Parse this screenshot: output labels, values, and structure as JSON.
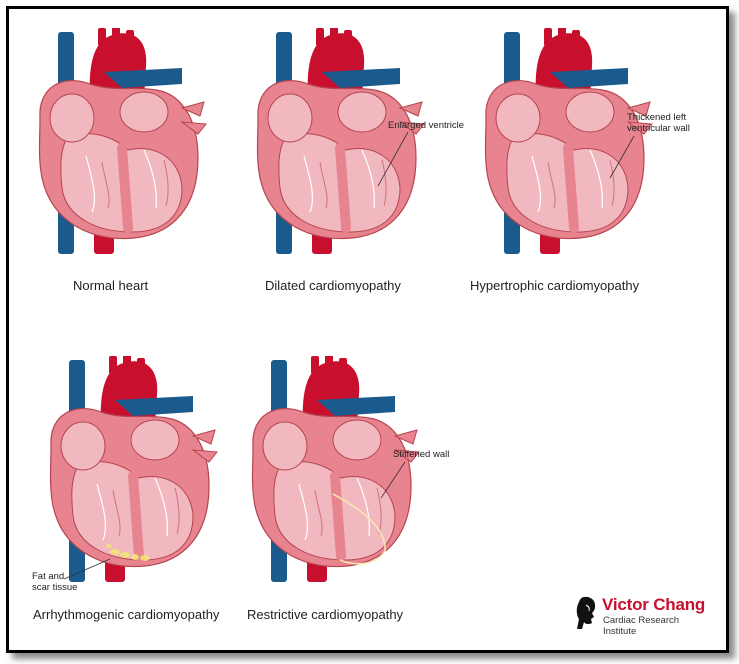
{
  "panels": [
    {
      "caption": "Normal heart",
      "annotation": "",
      "variant": "normal"
    },
    {
      "caption": "Dilated cardiomyopathy",
      "annotation": "Enlarged ventricle",
      "variant": "dilated"
    },
    {
      "caption": "Hypertrophic cardiomyopathy",
      "annotation": "Thickened left ventricular wall",
      "variant": "hypertrophic"
    },
    {
      "caption": "Arrhythmogenic cardiomyopathy",
      "annotation": "Fat and scar tissue",
      "variant": "arrhythmogenic"
    },
    {
      "caption": "Restrictive cardiomyopathy",
      "annotation": "Stiffened wall",
      "variant": "restrictive"
    }
  ],
  "annotations": {
    "thickened_line1": "Thickened left",
    "thickened_line2": "ventricular wall",
    "fat_line1": "Fat and",
    "fat_line2": "scar tissue"
  },
  "logo": {
    "name": "Victor Chang",
    "subtitle": "Cardiac Research Institute"
  },
  "colors": {
    "vein_blue": "#1a5a8c",
    "aorta_red": "#c8102e",
    "heart_pink": "#e8848f",
    "chamber_light": "#f2b8bf",
    "outline": "#b5454f",
    "fat_yellow": "#f3e27a"
  }
}
